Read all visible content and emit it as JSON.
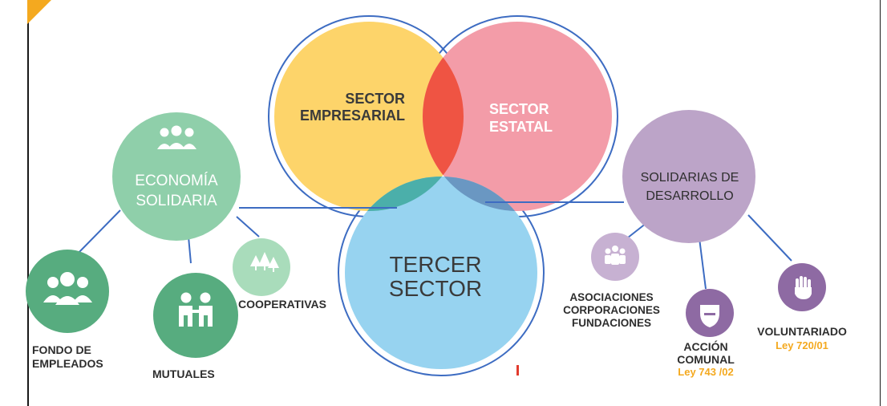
{
  "colors": {
    "yellow": "#FDD46A",
    "pink": "#F39CA8",
    "red_overlap": "#EF5443",
    "blue": "#97D3F0",
    "teal_overlap": "#4BAFAA",
    "steel_overlap": "#6A97C2",
    "green": "#57AC7F",
    "green_light": "#8FCFAA",
    "green_lighter": "#A9DCBB",
    "purple": "#BCA4C8",
    "purple_dark": "#8E6AA3",
    "purple_light": "#C7B1D2",
    "line_blue": "#3D6CC2",
    "orange": "#F4A91F",
    "red_mark": "#E23B2E",
    "text_dark": "#3A3A3A",
    "text_white": "#FFFFFF"
  },
  "sectors": {
    "empresarial": [
      "SECTOR",
      "EMPRESARIAL"
    ],
    "estatal": [
      "SECTOR",
      "ESTATAL"
    ],
    "tercer": [
      "TERCER",
      "SECTOR"
    ]
  },
  "economia": {
    "label": [
      "ECONOMÍA",
      "SOLIDARIA"
    ],
    "icon": "people-group-icon",
    "children": {
      "fondo": [
        "FONDO DE",
        "EMPLEADOS"
      ],
      "mutuales": "MUTUALES",
      "cooperativas": "COOPERATIVAS"
    }
  },
  "desarrollo": {
    "label": [
      "SOLIDARIAS DE",
      "DESARROLLO"
    ],
    "children": {
      "asociaciones": [
        "ASOCIACIONES",
        "CORPORACIONES",
        "FUNDACIONES"
      ],
      "accion": [
        "ACCIÓN",
        "COMUNAL"
      ],
      "accion_law": "Ley 743 /02",
      "voluntariado": "VOLUNTARIADO",
      "voluntariado_law": "Ley 720/01"
    }
  }
}
